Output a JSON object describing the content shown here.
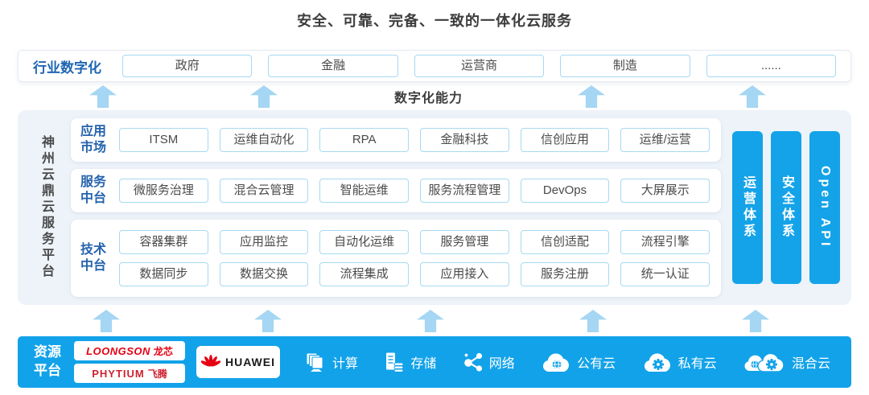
{
  "title": "安全、可靠、完备、一致的一体化云服务",
  "industry_row": {
    "label": "行业数字化",
    "items": [
      "政府",
      "金融",
      "运营商",
      "制造",
      "......"
    ]
  },
  "digital_capability_label": "数字化能力",
  "platform": {
    "name": "神州云鼎云服务平台",
    "rows": [
      {
        "label": "应用市场",
        "chips": [
          [
            "ITSM",
            "运维自动化",
            "RPA",
            "金融科技",
            "信创应用",
            "运维/运营"
          ]
        ]
      },
      {
        "label": "服务中台",
        "chips": [
          [
            "微服务治理",
            "混合云管理",
            "智能运维",
            "服务流程管理",
            "DevOps",
            "大屏展示"
          ]
        ]
      },
      {
        "label": "技术中台",
        "chips": [
          [
            "容器集群",
            "应用监控",
            "自动化运维",
            "服务管理",
            "信创适配",
            "流程引擎"
          ],
          [
            "数据同步",
            "数据交换",
            "流程集成",
            "应用接入",
            "服务注册",
            "统一认证"
          ]
        ]
      }
    ],
    "side_bars": [
      "运营体系",
      "安全体系",
      "Open API"
    ]
  },
  "resource_bar": {
    "label": "资源平台",
    "vendors": {
      "loongson": {
        "latin": "LOONGSON",
        "cjk": "龙芯"
      },
      "phytium": {
        "latin": "PHYTIUM",
        "cjk": "飞腾"
      },
      "huawei": "HUAWEI"
    },
    "items": [
      "计算",
      "存储",
      "网络",
      "公有云",
      "私有云",
      "混合云"
    ]
  },
  "icons": [
    "compute-icon",
    "storage-icon",
    "network-icon",
    "public-cloud-icon",
    "private-cloud-icon",
    "hybrid-cloud-icon"
  ],
  "colors": {
    "accent_blue": "#12a2e9",
    "side_bar_blue": "#14a3e8",
    "arrow_light_blue": "#a5d6f3",
    "chip_border_blue": "#a6d9f2",
    "label_blue": "#1f66b3",
    "platform_bg": "#edf3f9",
    "title_gray": "#3d3d3d",
    "loongson_red": "#e60012",
    "phytium_red": "#cf2231",
    "huawei_red": "#e60012"
  }
}
